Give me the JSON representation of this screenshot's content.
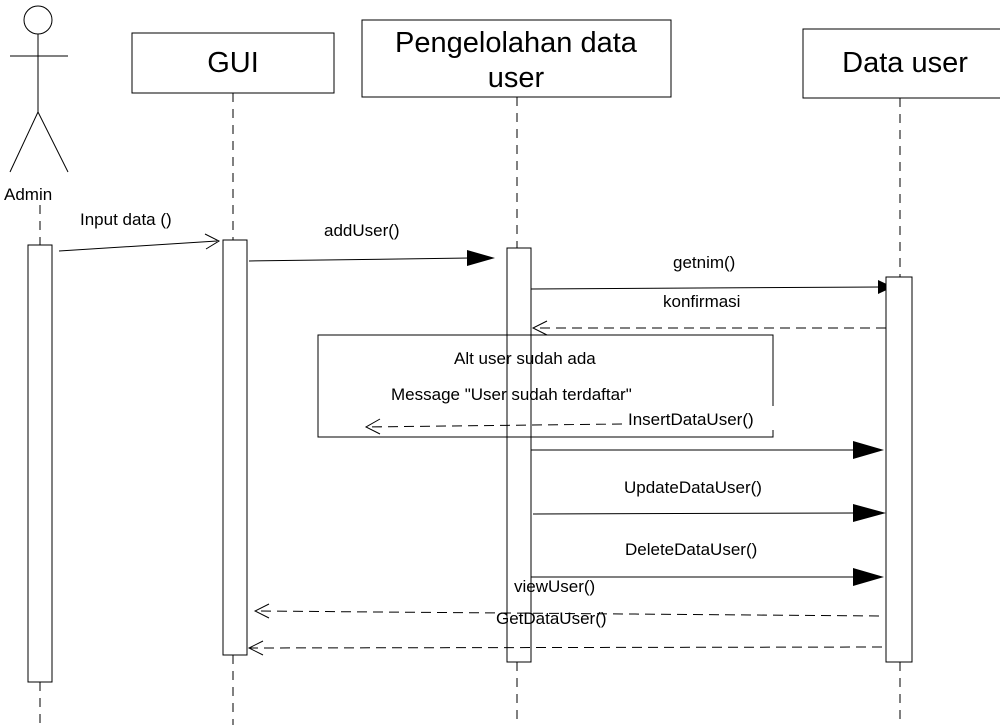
{
  "actor": {
    "label": "Admin"
  },
  "lifelines": {
    "gui": {
      "label": "GUI"
    },
    "pengelolahan": {
      "label_line1": "Pengelolahan data",
      "label_line2": "user"
    },
    "data_user": {
      "label": "Data user"
    }
  },
  "alt_fragment": {
    "condition": "Alt user sudah ada",
    "message": "Message \"User sudah terdaftar\""
  },
  "messages": {
    "input_data": "Input data ()",
    "add_user": "addUser()",
    "getnim": "getnim()",
    "konfirmasi": "konfirmasi",
    "insert_data_user": "InsertDataUser()",
    "update_data_user": "UpdateDataUser()",
    "delete_data_user": "DeleteDataUser()",
    "view_user": "viewUser()",
    "get_data_user": "GetDataUser()"
  }
}
